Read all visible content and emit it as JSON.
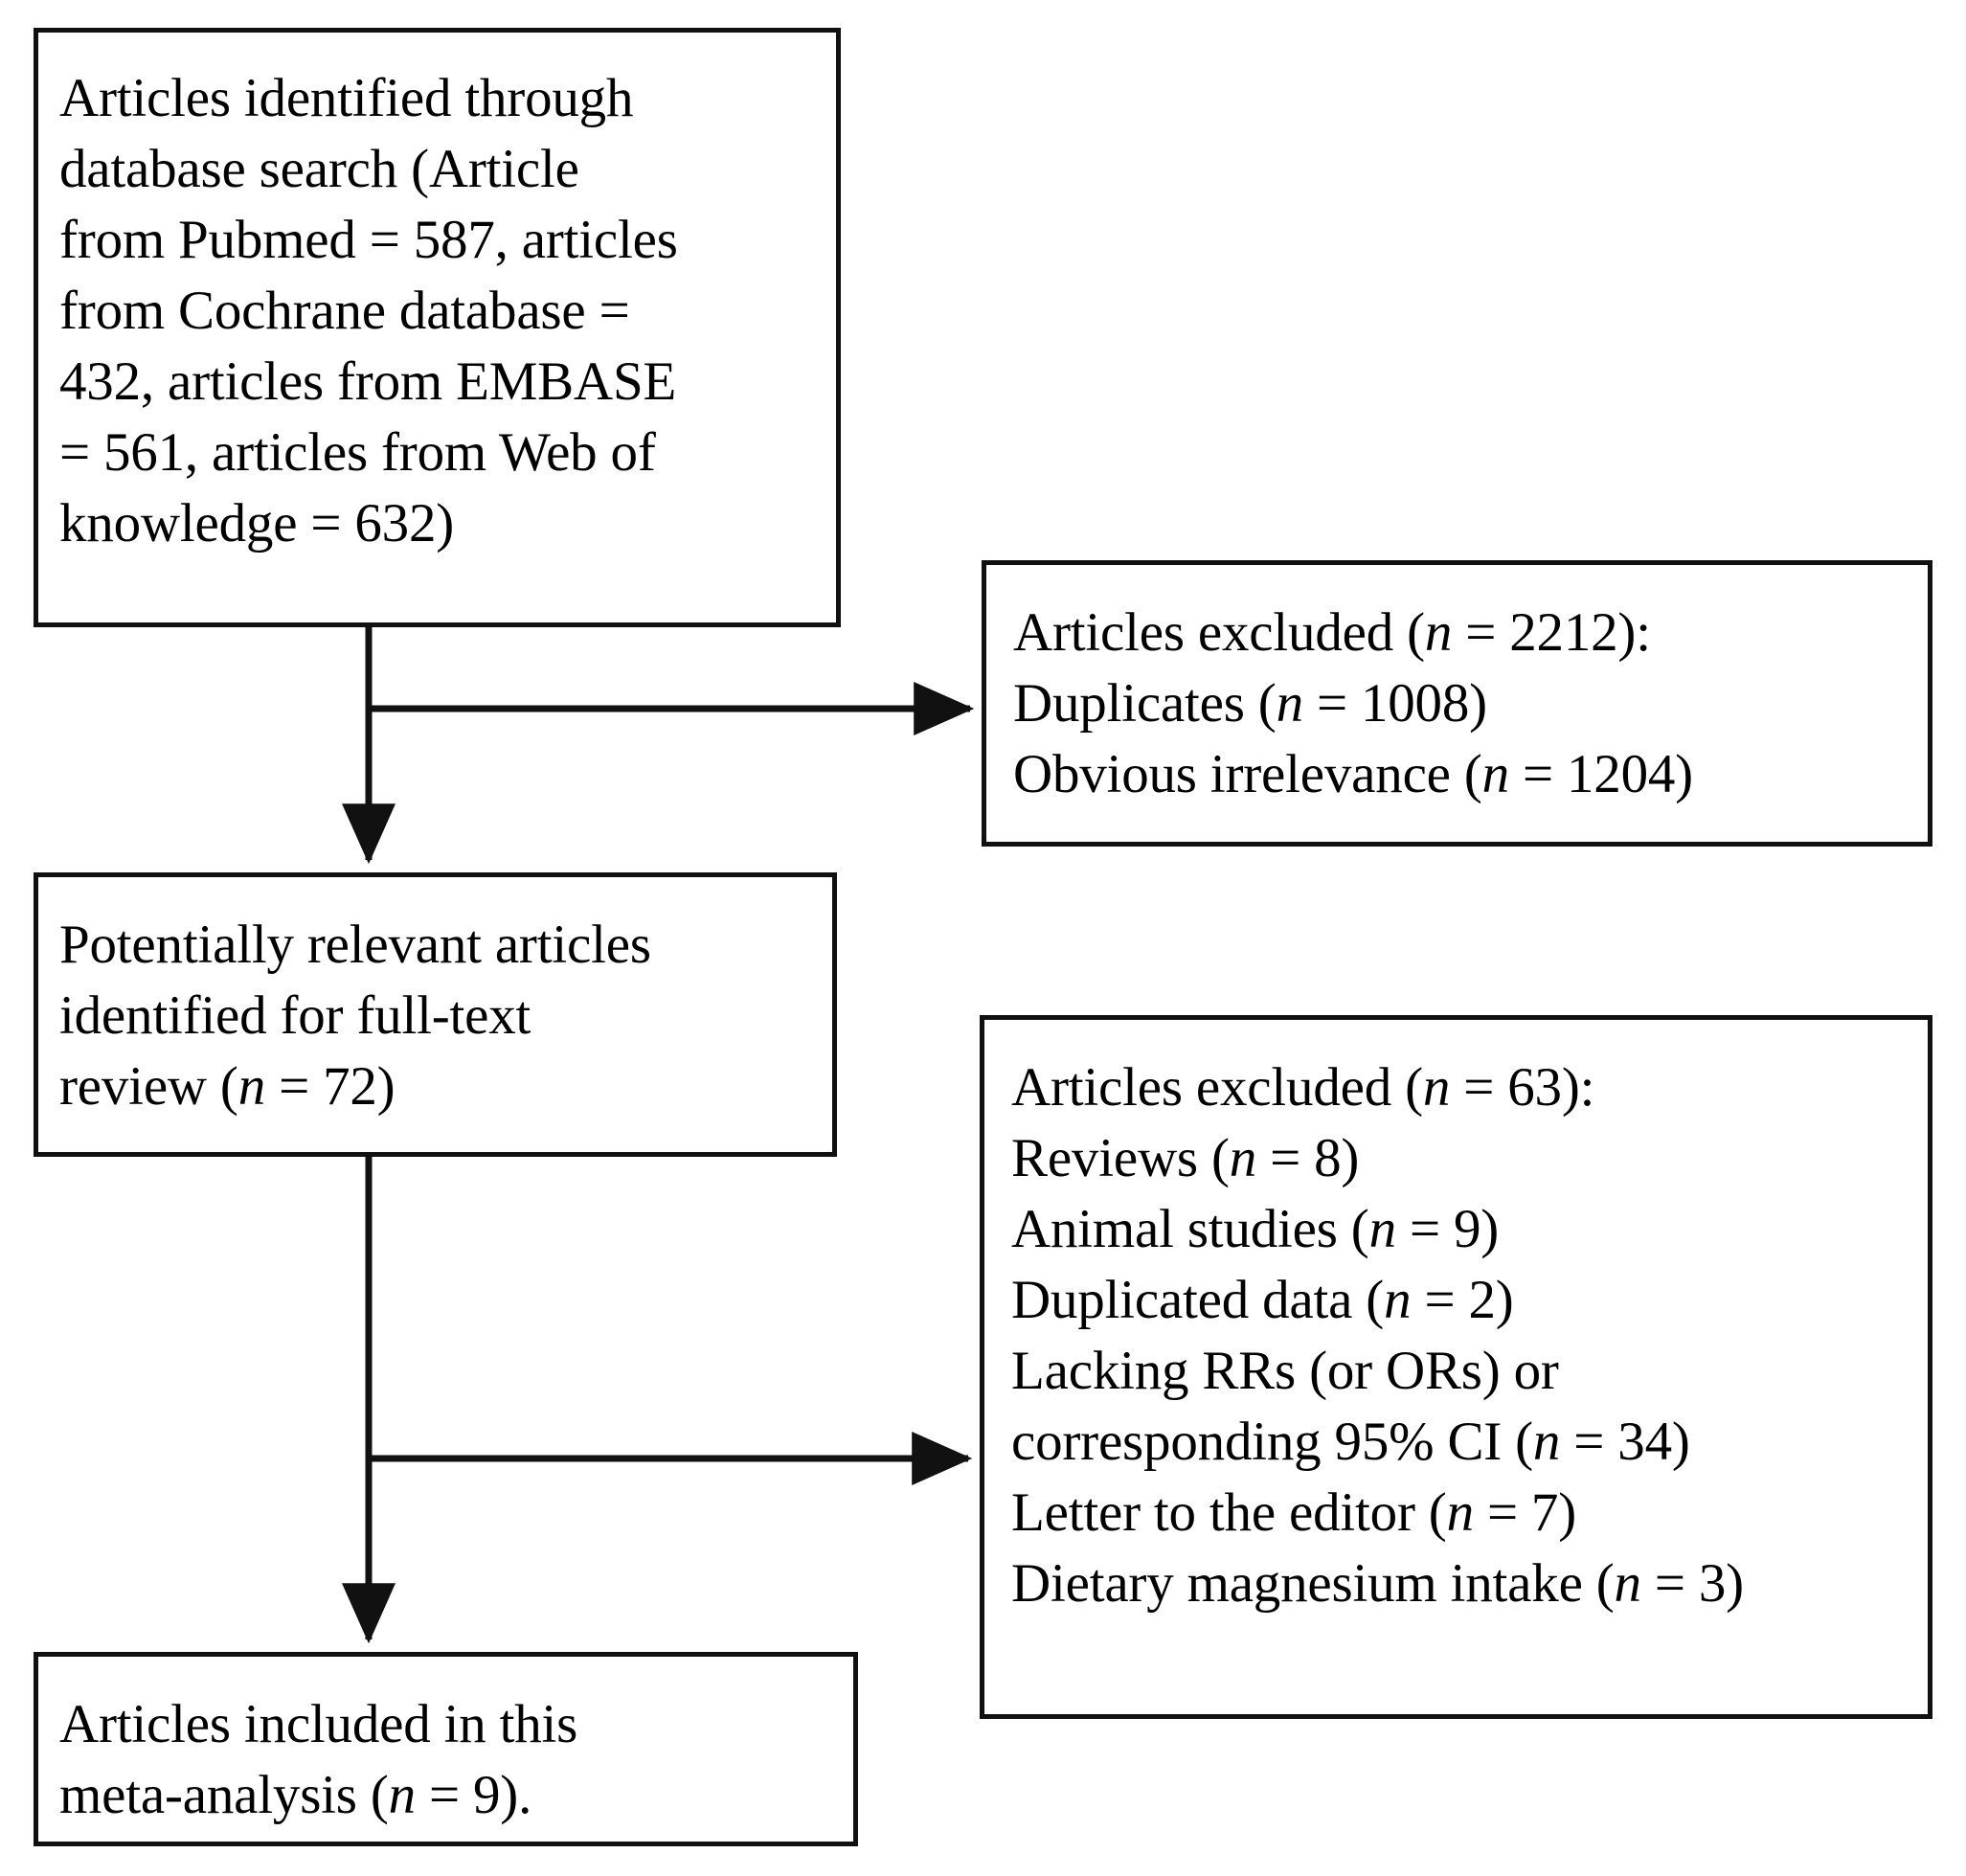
{
  "diagram": {
    "type": "prisma-flow-diagram",
    "orientation": "top-to-bottom",
    "background_color": "#ffffff",
    "line_color": "#111111",
    "text_color": "#000000",
    "boxes": {
      "identified": {
        "id": "box-identified",
        "label": "Articles identified through database search",
        "lines": [
          "Articles identified through",
          "database search (Article",
          "from Pubmed = 587, articles",
          "from Cochrane database =",
          "432, articles from EMBASE",
          "= 561, articles from Web of",
          "knowledge = 632)"
        ],
        "text": "Articles identified through database search (Article from Pubmed = 587, articles from Cochrane database = 432, articles from EMBASE = 561, articles from Web of knowledge = 632)",
        "counts": {
          "pubmed": 587,
          "cochrane": 432,
          "embase": 561,
          "web_of_knowledge": 632
        }
      },
      "excluded_first": {
        "id": "box-excluded-first",
        "heading": "Articles excluded (n = 2212):",
        "items": [
          "Duplicates (n = 1008)",
          "Obvious irrelevance (n = 1204)"
        ],
        "total": 2212,
        "breakdown": {
          "duplicates": 1008,
          "obvious_irrelevance": 1204
        }
      },
      "potentially_relevant": {
        "id": "box-potentially-relevant",
        "lines": [
          "Potentially relevant articles",
          "identified for full-text",
          "review (n = 72)"
        ],
        "text": "Potentially relevant articles identified for full-text review (n = 72)",
        "n": 72
      },
      "excluded_second": {
        "id": "box-excluded-second",
        "heading": "Articles excluded (n = 63):",
        "items": [
          "Reviews (n = 8)",
          "Animal studies (n = 9)",
          "Duplicated data (n = 2)",
          "Lacking RRs (or ORs) or",
          "corresponding 95% CI (n = 34)",
          "Letter to the editor (n = 7)",
          "Dietary magnesium intake (n = 3)"
        ],
        "total": 63,
        "breakdown": {
          "reviews": 8,
          "animal_studies": 9,
          "duplicated_data": 2,
          "lacking_rrs_ors_or_corresponding_95_ci": 34,
          "letter_to_the_editor": 7,
          "dietary_magnesium_intake": 3
        }
      },
      "included": {
        "id": "box-included",
        "lines": [
          "Articles included in this",
          "meta-analysis (n = 9)."
        ],
        "text": "Articles included in this meta-analysis (n = 9).",
        "n": 9
      }
    },
    "connectors": [
      {
        "name": "identified-to-potentially-relevant",
        "kind": "arrow-down"
      },
      {
        "name": "identified-to-excluded-first",
        "kind": "arrow-right"
      },
      {
        "name": "potentially-relevant-to-included",
        "kind": "arrow-down"
      },
      {
        "name": "potentially-relevant-to-excluded-second",
        "kind": "arrow-right"
      }
    ]
  }
}
